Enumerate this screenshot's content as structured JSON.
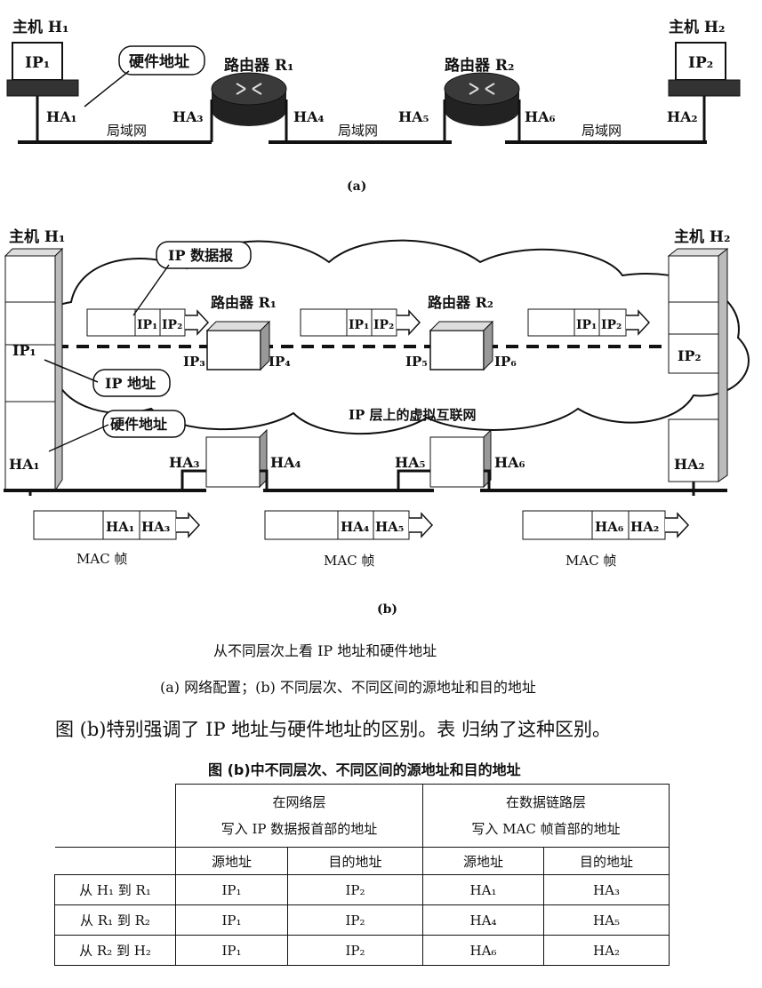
{
  "fig_a": {
    "h1_label": "主机 H₁",
    "h2_label": "主机 H₂",
    "ip1": "IP₁",
    "ip2": "IP₂",
    "hw_callout": "硬件地址",
    "r1_label": "路由器 R₁",
    "r2_label": "路由器 R₂",
    "ha1": "HA₁",
    "ha2": "HA₂",
    "ha3": "HA₃",
    "ha4": "HA₄",
    "ha5": "HA₅",
    "ha6": "HA₆",
    "lan": "局域网",
    "caption": "(a)"
  },
  "fig_b": {
    "h1_label": "主机 H₁",
    "h2_label": "主机 H₂",
    "ip_datagram_callout": "IP 数据报",
    "ip_addr_callout": "IP 地址",
    "hw_addr_callout": "硬件地址",
    "cloud_label": "IP 层上的虚拟互联网",
    "r1_label": "路由器 R₁",
    "r2_label": "路由器 R₂",
    "ip1": "IP₁",
    "ip2": "IP₂",
    "ip3": "IP₃",
    "ip4": "IP₄",
    "ip5": "IP₅",
    "ip6": "IP₆",
    "ha1": "HA₁",
    "ha2": "HA₂",
    "ha3": "HA₃",
    "ha4": "HA₄",
    "ha5": "HA₅",
    "ha6": "HA₆",
    "mac_frame": "MAC 帧",
    "caption": "(b)"
  },
  "captions": {
    "title": "从不同层次上看 IP 地址和硬件地址",
    "subtitle": "(a) 网络配置；(b) 不同层次、不同区间的源地址和目的地址"
  },
  "body_text": "图 (b)特别强调了 IP 地址与硬件地址的区别。表 归纳了这种区别。",
  "table": {
    "title": "图 (b)中不同层次、不同区间的源地址和目的地址",
    "group_network": [
      "在网络层",
      "写入 IP 数据报首部的地址"
    ],
    "group_link": [
      "在数据链路层",
      "写入 MAC 帧首部的地址"
    ],
    "sub_headers": [
      "源地址",
      "目的地址",
      "源地址",
      "目的地址"
    ],
    "rows": [
      {
        "label": "从 H₁ 到 R₁",
        "cells": [
          "IP₁",
          "IP₂",
          "HA₁",
          "HA₃"
        ]
      },
      {
        "label": "从 R₁ 到 R₂",
        "cells": [
          "IP₁",
          "IP₂",
          "HA₄",
          "HA₅"
        ]
      },
      {
        "label": "从 R₂ 到 H₂",
        "cells": [
          "IP₁",
          "IP₂",
          "HA₆",
          "HA₂"
        ]
      }
    ]
  }
}
